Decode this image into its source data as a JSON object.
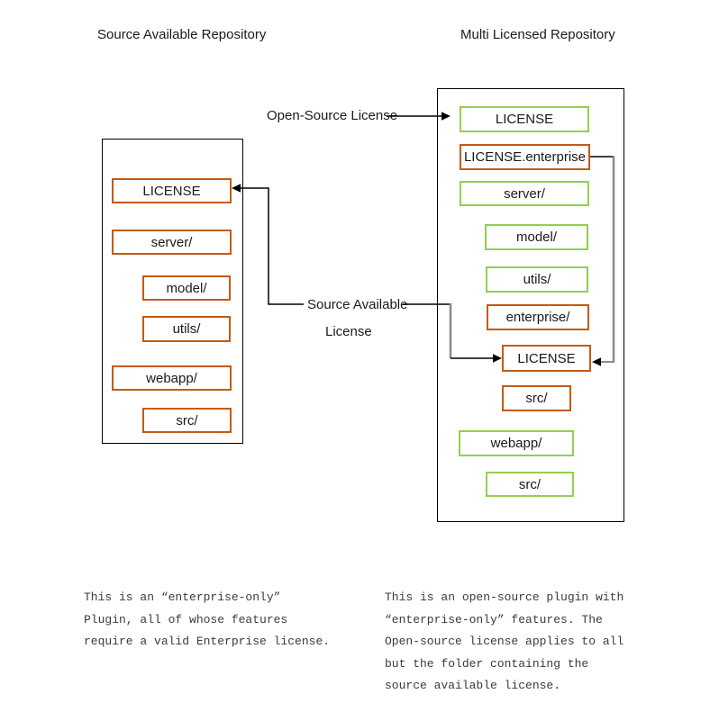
{
  "left": {
    "title": "Source Available Repository",
    "items": [
      {
        "label": "LICENSE",
        "color": "orange"
      },
      {
        "label": "server/",
        "color": "orange"
      },
      {
        "label": "model/",
        "color": "orange"
      },
      {
        "label": "utils/",
        "color": "orange"
      },
      {
        "label": "webapp/",
        "color": "orange"
      },
      {
        "label": "src/",
        "color": "orange"
      }
    ],
    "caption": [
      "This is an “enterprise-only”",
      "Plugin, all of whose features",
      "require a valid Enterprise license."
    ]
  },
  "right": {
    "title": "Multi Licensed Repository",
    "items": [
      {
        "label": "LICENSE",
        "color": "green"
      },
      {
        "label": "LICENSE.enterprise",
        "color": "orange"
      },
      {
        "label": "server/",
        "color": "green"
      },
      {
        "label": "model/",
        "color": "green"
      },
      {
        "label": "utils/",
        "color": "green"
      },
      {
        "label": "enterprise/",
        "color": "orange"
      },
      {
        "label": "LICENSE",
        "color": "orange"
      },
      {
        "label": "src/",
        "color": "orange"
      },
      {
        "label": "webapp/",
        "color": "green"
      },
      {
        "label": "src/",
        "color": "green"
      }
    ],
    "caption": [
      "This is an open-source plugin with",
      "“enterprise-only” features. The",
      "Open-source license applies to all",
      "but the folder containing the",
      "source available license."
    ]
  },
  "labels": {
    "open_source_license": "Open-Source License",
    "source_available_line1": "Source Available",
    "source_available_line2": "License"
  },
  "colors": {
    "orange": "#C55A11",
    "green": "#92D050",
    "line_black": "#000000",
    "line_gray": "#8C8C8C"
  }
}
